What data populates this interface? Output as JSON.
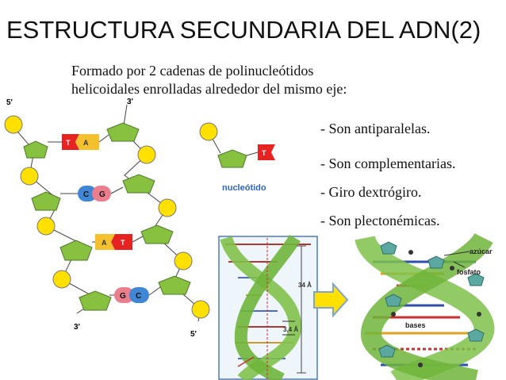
{
  "title": "ESTRUCTURA SECUNDARIA DEL ADN(2)",
  "intro": {
    "line1": "Formado por 2 cadenas de polinucleótidos",
    "line2": "helicoidales enrolladas alrededor del mismo eje:"
  },
  "properties": [
    "- Son antiparalelas.",
    "- Son complementarias.",
    "- Giro dextrógiro.",
    "- Son plectonémicas."
  ],
  "strand_diagram": {
    "end_labels": {
      "top_left": "5'",
      "top_right": "3'",
      "bottom_left": "3'",
      "bottom_right": "5'"
    },
    "base_pairs": [
      {
        "left": "T",
        "right": "A"
      },
      {
        "left": "C",
        "right": "G"
      },
      {
        "left": "A",
        "right": "T"
      },
      {
        "left": "G",
        "right": "C"
      }
    ]
  },
  "nucleotide": {
    "base": "T",
    "label": "nucleótido"
  },
  "helix_diagram": {
    "pitch_label": "34 Å",
    "rise_label": "3,4 Å",
    "labels": {
      "sugar": "azúcar",
      "phosphate": "fosfato",
      "bases": "bases"
    }
  },
  "colors": {
    "phosphate": "#ffe000",
    "sugar": "#88c040",
    "T": "#e52421",
    "A": "#f5c02e",
    "C": "#3f87d5",
    "G": "#ea7e8c",
    "helix": "#7fc24a",
    "frame": "#4a7dc0"
  }
}
